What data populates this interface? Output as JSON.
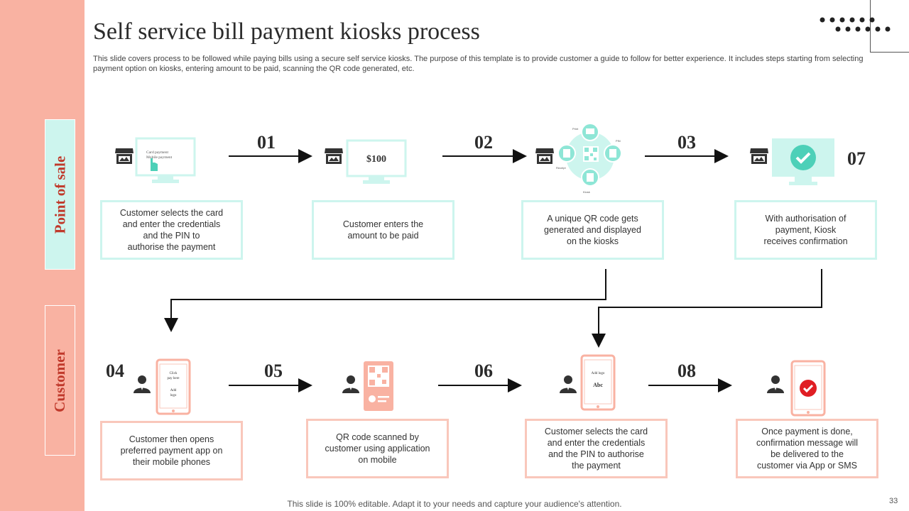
{
  "title": "Self service bill payment kiosks process",
  "description": "This slide covers process to be followed while paying bills using a secure self service kiosks. The purpose of this template is to provide customer a guide to follow for better experience. It includes steps starting from selecting payment option on kiosks, entering amount to be paid, scanning the QR code generated, etc.",
  "lanes": {
    "point_of_sale": "Point of sale",
    "customer": "Customer"
  },
  "steps": {
    "s01": "01",
    "s02": "02",
    "s03": "03",
    "s04": "04",
    "s05": "05",
    "s06": "06",
    "s07": "07",
    "s08": "08"
  },
  "pos_boxes": [
    "Customer selects the card\nand enter the credentials\nand the PIN to\nauthorise  the payment",
    "Customer enters the\namount to be paid",
    "A unique QR code gets\ngenerated and displayed\non the kiosks",
    "With authorisation of\npayment, Kiosk\nreceives confirmation"
  ],
  "customer_boxes": [
    "Customer then opens\npreferred payment app on\ntheir mobile phones",
    "QR code scanned by\ncustomer using application\non mobile",
    "Customer selects the card\nand enter the credentials\nand the PIN to authorise\nthe payment",
    "Once payment is done,\nconfirmation message will\nbe delivered  to the\ncustomer via App or SMS"
  ],
  "icons": {
    "monitor1_line1": "Card payment",
    "monitor1_line2": "Mobile payment",
    "monitor2_amount": "$100",
    "qr_labels": [
      "Print",
      "PIN",
      "Receipt",
      "Kiosk"
    ],
    "phone1_line1": "Click",
    "phone1_line2": "pay here",
    "phone1_line3": "Add",
    "phone1_line4": "logo",
    "phone3_line1": "Add logo",
    "phone3_line2": "Abc"
  },
  "colors": {
    "sidebar": "#f9b2a2",
    "teal": "#cdf5ee",
    "teal_dark": "#8ee6d6",
    "pink": "#f9c7bb",
    "accent_red": "#c0392b"
  },
  "footer": "This slide is 100% editable. Adapt it to your needs and capture your audience's attention.",
  "page_number": "33"
}
